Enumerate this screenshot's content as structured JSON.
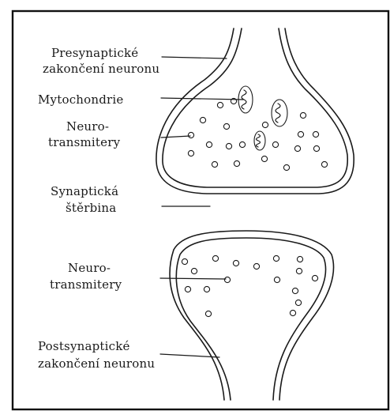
{
  "labels": {
    "presynaptic": [
      "Presynaptické",
      "zakončení neuronu"
    ],
    "mitochondria": [
      "Mytochondrie"
    ],
    "neurotransmitters_top": [
      "Neuro-",
      "transmitery"
    ],
    "synaptic_cleft": [
      "Synaptická",
      "štěrbina"
    ],
    "neurotransmitters_bottom": [
      "Neuro-",
      "transmitery"
    ],
    "postsynaptic": [
      "Postsynaptické",
      "zakončení neuronu"
    ]
  }
}
